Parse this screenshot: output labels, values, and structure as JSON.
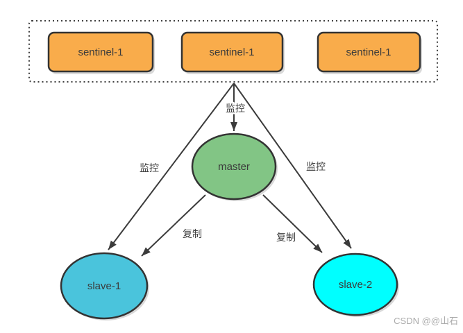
{
  "diagram": {
    "sentinels": [
      {
        "label": "sentinel-1"
      },
      {
        "label": "sentinel-1"
      },
      {
        "label": "sentinel-1"
      }
    ],
    "master": {
      "label": "master"
    },
    "slaves": [
      {
        "label": "slave-1"
      },
      {
        "label": "slave-2"
      }
    ],
    "edges": {
      "sentinel_to_master": "监控",
      "sentinel_to_slave1": "监控",
      "sentinel_to_slave2": "监控",
      "master_to_slave1": "复制",
      "master_to_slave2": "复制"
    },
    "colors": {
      "sentinel_fill": "#F9AC4B",
      "master_fill": "#82C585",
      "slave1_fill": "#4AC4DC",
      "slave2_fill": "#00FFFF",
      "line": "#3B3B3B",
      "node_border": "#333333",
      "label_text": "#404040",
      "watermark_text": "#ABABAB"
    },
    "watermark": "CSDN @@山石"
  }
}
